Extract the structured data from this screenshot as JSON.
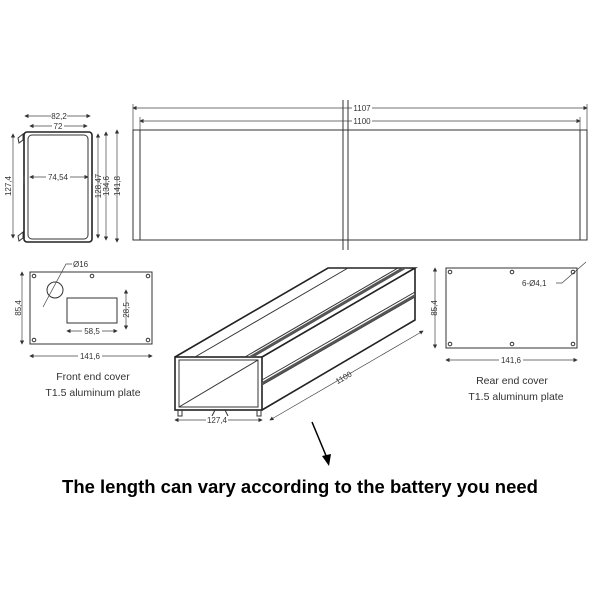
{
  "profile_view": {
    "width_outer": "82,2",
    "width_inner": "72",
    "inner_span": "74,54",
    "height_left": "127,4",
    "height_1": "128,47",
    "height_2": "134,6",
    "height_3": "141,8"
  },
  "side_view": {
    "length_overall": "1107",
    "length_body": "1100"
  },
  "front_cover": {
    "hole_dia": "Ø16",
    "cutout_width": "58,5",
    "cutout_height": "28,5",
    "height": "85,4",
    "width": "141,6",
    "caption_line1": "Front end cover",
    "caption_line2": "T1.5 aluminum plate"
  },
  "rear_cover": {
    "holes": "6-Ø4,1",
    "height": "85,4",
    "width": "141,6",
    "caption_line1": "Rear end cover",
    "caption_line2": "T1.5 aluminum plate"
  },
  "iso_view": {
    "length": "1100",
    "width": "127,4"
  },
  "headline": "The length can vary according to the battery you need"
}
